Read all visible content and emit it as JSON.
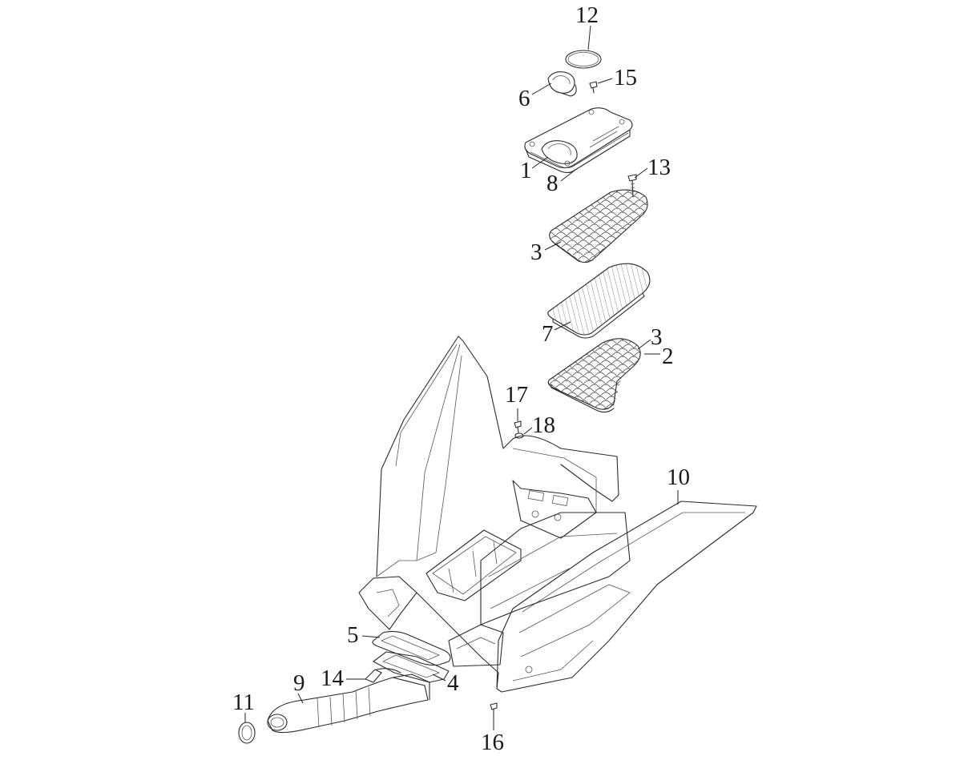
{
  "callouts": {
    "c1": "1",
    "c2": "2",
    "c3a": "3",
    "c3b": "3",
    "c4": "4",
    "c5": "5",
    "c6": "6",
    "c7": "7",
    "c8": "8",
    "c9": "9",
    "c10": "10",
    "c11": "11",
    "c12": "12",
    "c13": "13",
    "c14": "14",
    "c15": "15",
    "c16": "16",
    "c17": "17",
    "c18": "18"
  }
}
